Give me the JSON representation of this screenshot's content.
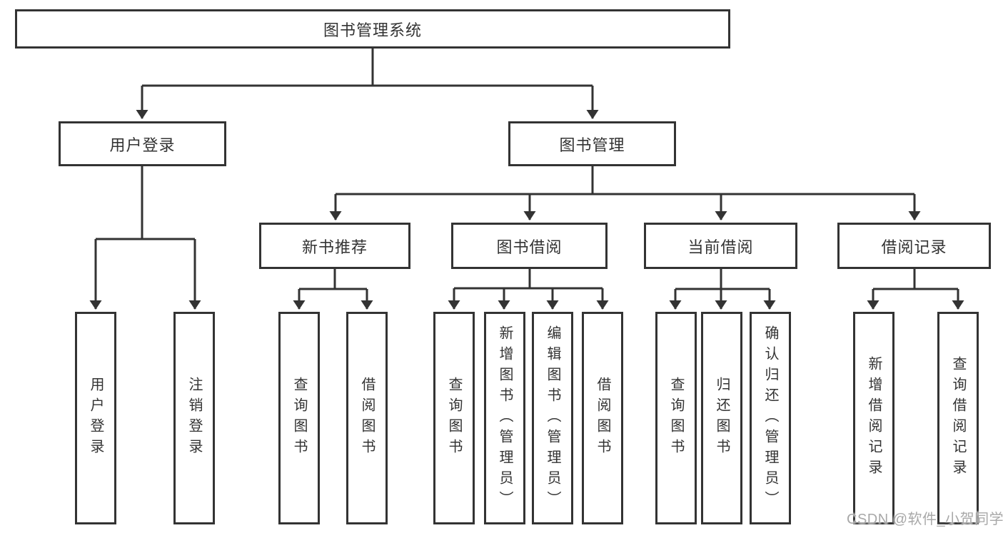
{
  "diagram": {
    "root": {
      "label": "图书管理系统"
    },
    "branches": [
      {
        "label": "用户登录",
        "children": [
          {
            "label": "用户登录"
          },
          {
            "label": "注销登录"
          }
        ]
      },
      {
        "label": "图书管理",
        "children": [
          {
            "label": "新书推荐",
            "children": [
              {
                "label": "查询图书"
              },
              {
                "label": "借阅图书"
              }
            ]
          },
          {
            "label": "图书借阅",
            "children": [
              {
                "label": "查询图书"
              },
              {
                "label": "新增图书（管理员）"
              },
              {
                "label": "编辑图书（管理员）"
              },
              {
                "label": "借阅图书"
              }
            ]
          },
          {
            "label": "当前借阅",
            "children": [
              {
                "label": "查询图书"
              },
              {
                "label": "归还图书"
              },
              {
                "label": "确认归还（管理员）"
              }
            ]
          },
          {
            "label": "借阅记录",
            "children": [
              {
                "label": "新增借阅记录"
              },
              {
                "label": "查询借阅记录"
              }
            ]
          }
        ]
      }
    ]
  },
  "watermark": {
    "text": "CSDN @软件_小贺同学"
  },
  "colors": {
    "line": "#333333",
    "box_border": "#333333",
    "box_bg": "#ffffff",
    "text": "#333333",
    "watermark": "#a8a8a8"
  }
}
